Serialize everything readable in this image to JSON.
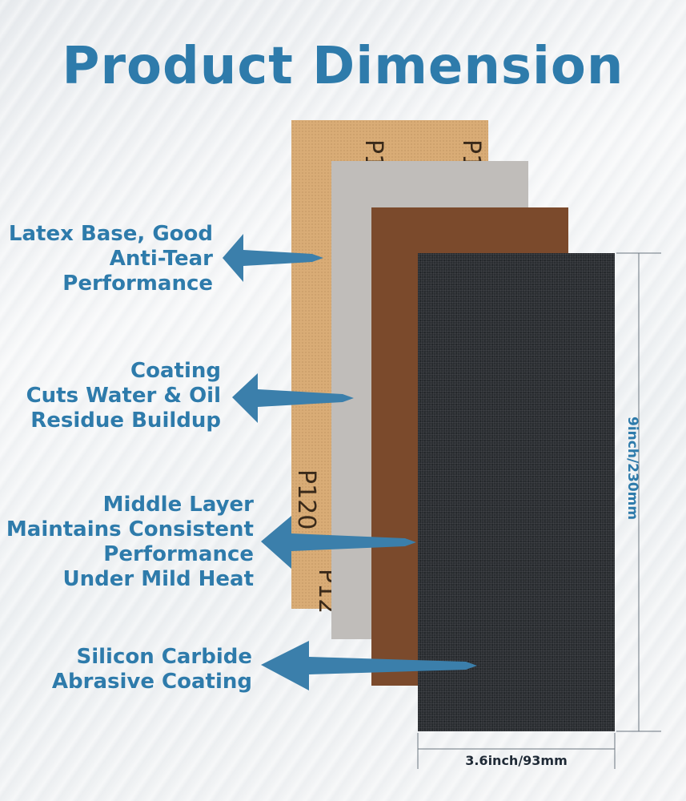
{
  "title": "Product Dimension",
  "sheets": {
    "kraft_marks": [
      "P1",
      "P1",
      "P120",
      "P12"
    ]
  },
  "callouts": [
    {
      "lines": [
        "Latex Base, Good",
        "Anti-Tear",
        "Performance"
      ]
    },
    {
      "lines": [
        "Coating",
        "Cuts Water & Oil",
        "Residue Buildup"
      ]
    },
    {
      "lines": [
        "Middle Layer",
        "Maintains Consistent",
        "Performance",
        "Under Mild Heat"
      ]
    },
    {
      "lines": [
        "Silicon Carbide",
        "Abrasive Coating"
      ]
    }
  ],
  "dimensions": {
    "height": "9inch/230mm",
    "width": "3.6inch/93mm"
  },
  "colors": {
    "accent": "#2e7bab",
    "arrow": "#3b7fab",
    "kraft": "#d9ac76",
    "gray_layer": "#c0bdba",
    "brown_layer": "#7b4a2c",
    "black_layer": "#2a2d31"
  }
}
